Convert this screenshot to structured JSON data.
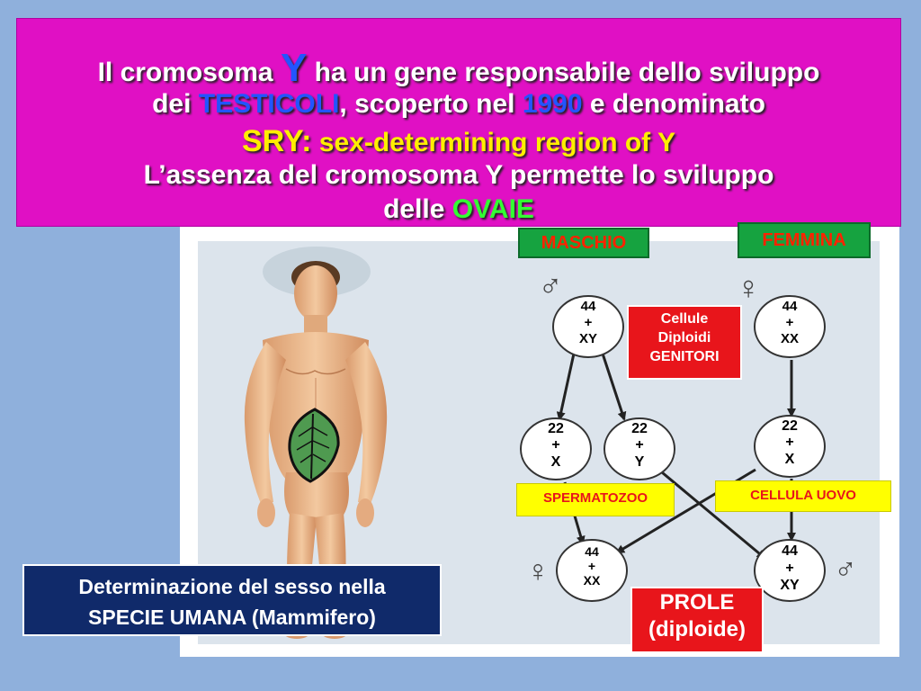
{
  "title": {
    "l1_a": "Il cromosoma ",
    "l1_y": "Y",
    "l1_b": " ha un gene responsabile dello sviluppo",
    "l2_a": "dei ",
    "l2_testicoli": "TESTICOLI",
    "l2_b": ", scoperto nel ",
    "l2_year": "1990",
    "l2_c": " e denominato",
    "l3_sry": "SRY:",
    "l3_b": " sex-determining region of Y",
    "l4": "L’assenza del cromosoma Y permette lo sviluppo",
    "l5_a": "delle ",
    "l5_ovaie": "OVAIE"
  },
  "labels": {
    "maschio": "MASCHIO",
    "femmina": "FEMMINA",
    "cellule_1": "Cellule",
    "cellule_2": "Diploidi",
    "cellule_3": "GENITORI",
    "spermatozoo": "SPERMATOZOO",
    "cellula_uovo": "CELLULA UOVO",
    "prole_1": "PROLE",
    "prole_2": "(diploide)"
  },
  "symbols": {
    "male": "♂",
    "female": "♀"
  },
  "cells": {
    "father": [
      "44",
      "+",
      "XY"
    ],
    "mother": [
      "44",
      "+",
      "XX"
    ],
    "sperm_x": [
      "22",
      "+",
      "X"
    ],
    "sperm_y": [
      "22",
      "+",
      "Y"
    ],
    "egg": [
      "22",
      "+",
      "X"
    ],
    "child_female": [
      "44",
      "+",
      "XX"
    ],
    "child_male": [
      "44",
      "+",
      "XY"
    ]
  },
  "caption": {
    "line1": "Determinazione del sesso nella",
    "line2": "SPECIE UMANA (Mammifero)"
  },
  "colors": {
    "background": "#8fb0dc",
    "title_box": "#e010c4",
    "maschio_tag": "#16a340",
    "red_tag": "#e8151b",
    "yellow_tag": "#ffff00",
    "caption_box": "#102a6a"
  },
  "icons": [
    "man-figure",
    "leaf-icon",
    "male-symbol-icon",
    "female-symbol-icon"
  ]
}
